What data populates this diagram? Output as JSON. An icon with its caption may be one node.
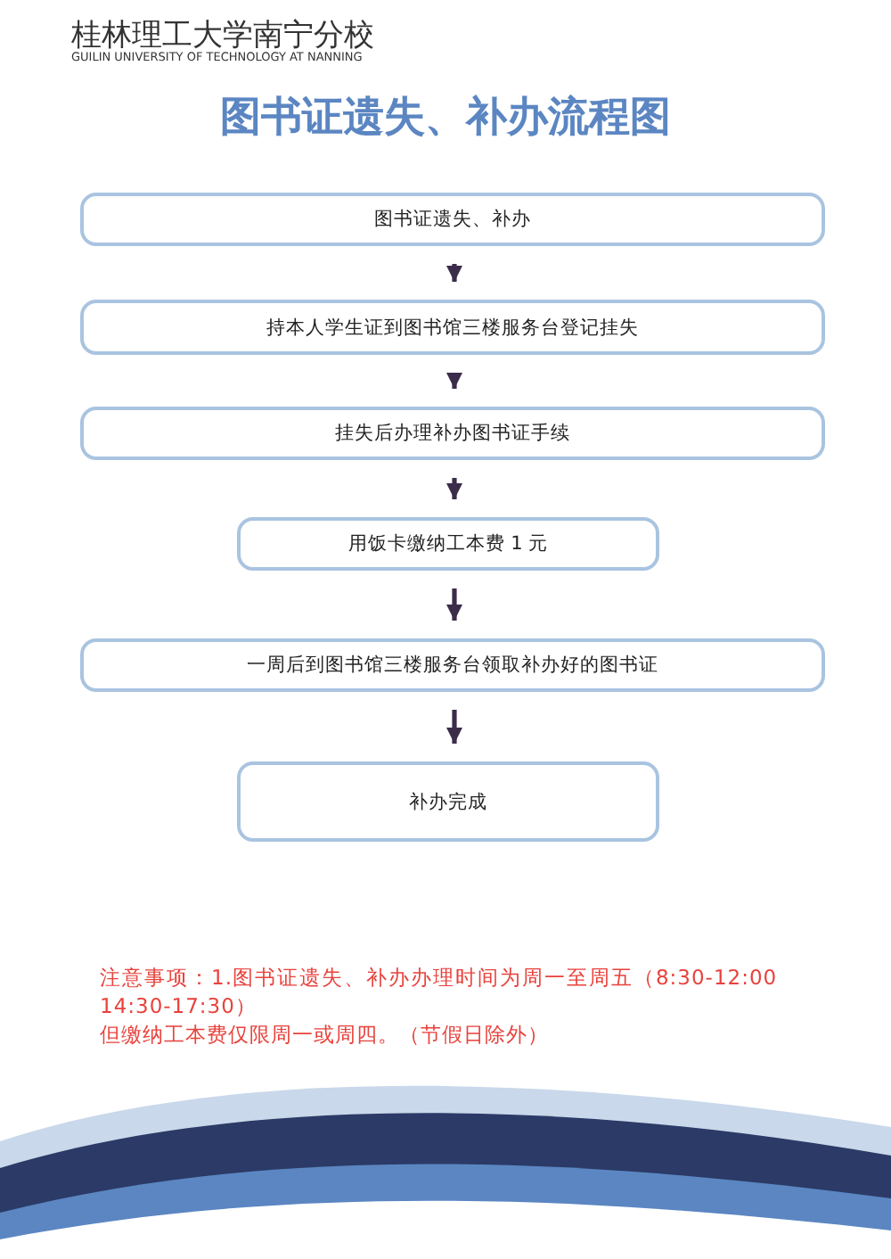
{
  "diagram": {
    "title": "图书证遗失、补办流程图",
    "nodes": [
      {
        "text": [
          "图书证遗失、补办"
        ]
      },
      {
        "text": [
          "持本人学生证到图书馆三楼服务台登记挂失"
        ]
      },
      {
        "text": [
          "挂失后办理补办图书证手续"
        ]
      },
      {
        "text": [
          "用饭卡缴纳工本费 1 元"
        ]
      },
      {
        "text": [
          "一周后到图书馆三楼服务台领取补办好的图书证"
        ]
      },
      {
        "text": [
          "补办完成"
        ]
      }
    ],
    "edges": [
      {
        "from": 0,
        "to": 1,
        "arrow": "to"
      },
      {
        "from": 1,
        "to": 2,
        "arrow": "to"
      },
      {
        "from": 2,
        "to": 3,
        "arrow": "to"
      },
      {
        "from": 3,
        "to": 4,
        "arrow": "to"
      },
      {
        "from": 4,
        "to": 5,
        "arrow": "to"
      }
    ],
    "labels": [
      "桂林理工大学南宁分校",
      "GUILIN UNIVERSITY OF TECHNOLOGY AT NANNING",
      "注意事项：1.图书证遗失、补办办理时间为周一至周五（8:30-12:00 14:30-17:30）",
      "但缴纳工本费仅限周一或周四。（节假日除外）"
    ]
  }
}
